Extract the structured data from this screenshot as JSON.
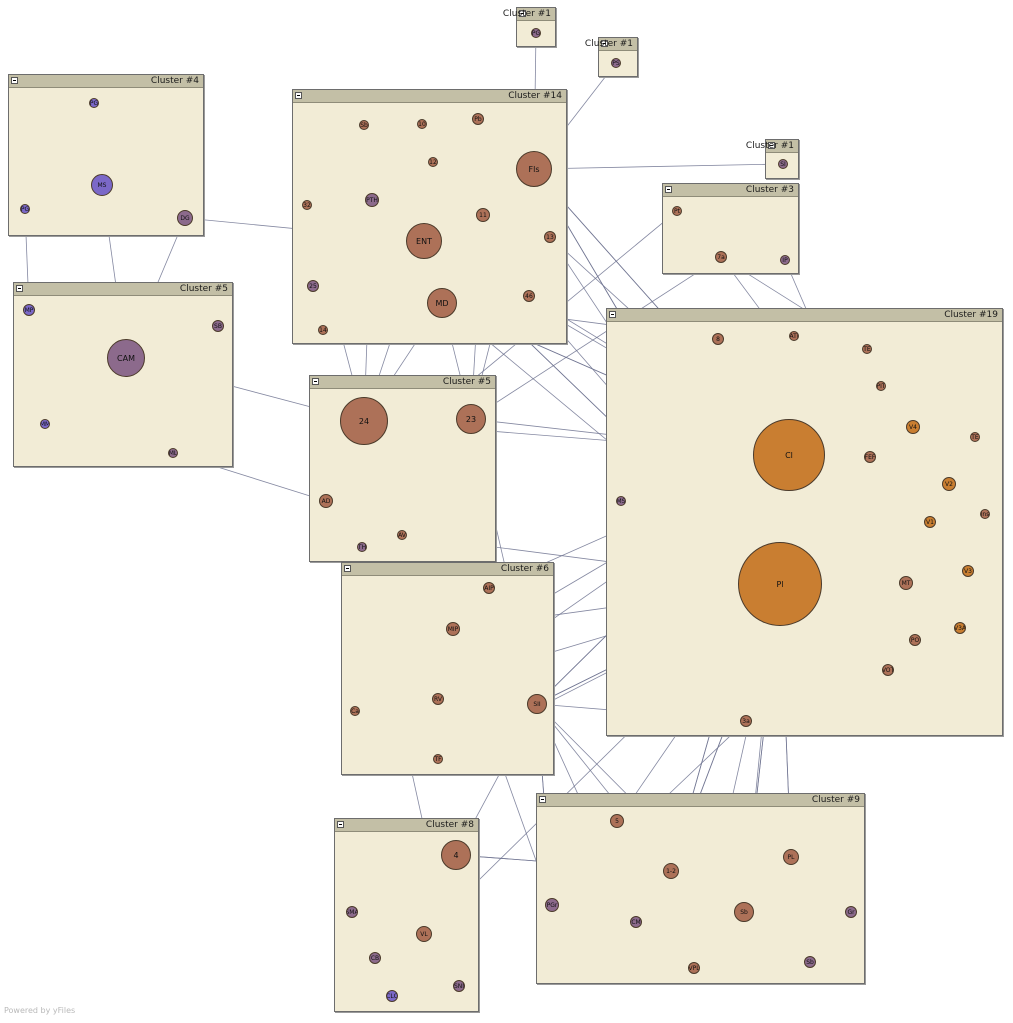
{
  "colors": {
    "cluster_fill": "#f2ecd6",
    "cluster_header": "#c3bfa6",
    "edge": "#6e7391",
    "node_blue": "#7b68c8",
    "node_purple": "#8c6a8c",
    "node_brown": "#ad7158",
    "node_orange": "#c97e31"
  },
  "footer": "Powered by yFiles",
  "clusters": [
    {
      "id": "c1a",
      "title": "Cluster #1"
    },
    {
      "id": "c1b",
      "title": "Cluster #1"
    },
    {
      "id": "c1c",
      "title": "Cluster #1"
    },
    {
      "id": "c4",
      "title": "Cluster #4"
    },
    {
      "id": "c14",
      "title": "Cluster #14"
    },
    {
      "id": "c3",
      "title": "Cluster #3"
    },
    {
      "id": "c5a",
      "title": "Cluster #5"
    },
    {
      "id": "c5b",
      "title": "Cluster #5"
    },
    {
      "id": "c19",
      "title": "Cluster #19"
    },
    {
      "id": "c6",
      "title": "Cluster #6"
    },
    {
      "id": "c8",
      "title": "Cluster #8"
    },
    {
      "id": "c9",
      "title": "Cluster #9"
    }
  ],
  "nodes": [
    {
      "id": "c1a_n",
      "label": "PG",
      "color": "purple"
    },
    {
      "id": "c1b_n",
      "label": "PS",
      "color": "purple"
    },
    {
      "id": "c1c_n",
      "label": "SI",
      "color": "purple"
    },
    {
      "id": "n4_top",
      "label": "PG",
      "color": "blue"
    },
    {
      "id": "MS",
      "label": "MS",
      "color": "blue"
    },
    {
      "id": "n4_left",
      "label": "PG",
      "color": "blue"
    },
    {
      "id": "DG",
      "label": "DG",
      "color": "purple"
    },
    {
      "id": "c14_a",
      "label": "Sb",
      "color": "brown"
    },
    {
      "id": "c14_b",
      "label": "10",
      "color": "brown"
    },
    {
      "id": "c14_c",
      "label": "Pb",
      "color": "brown"
    },
    {
      "id": "Fls",
      "label": "Fls",
      "color": "brown"
    },
    {
      "id": "c14_d",
      "label": "12",
      "color": "brown"
    },
    {
      "id": "c14_e",
      "label": "32",
      "color": "brown"
    },
    {
      "id": "c14_f",
      "label": "PTH",
      "color": "purple"
    },
    {
      "id": "ENT",
      "label": "ENT",
      "color": "brown"
    },
    {
      "id": "c14_g",
      "label": "11",
      "color": "brown"
    },
    {
      "id": "c14_h",
      "label": "13",
      "color": "brown"
    },
    {
      "id": "c14_i",
      "label": "25",
      "color": "purple"
    },
    {
      "id": "MD",
      "label": "MD",
      "color": "brown"
    },
    {
      "id": "c14_j",
      "label": "46",
      "color": "brown"
    },
    {
      "id": "c14_k",
      "label": "14",
      "color": "brown"
    },
    {
      "id": "c3_a",
      "label": "Pt",
      "color": "brown"
    },
    {
      "id": "c3_b",
      "label": "7a",
      "color": "brown"
    },
    {
      "id": "c3_c",
      "label": "IP",
      "color": "purple"
    },
    {
      "id": "c5_a",
      "label": "MP",
      "color": "blue"
    },
    {
      "id": "c5_b",
      "label": "SB",
      "color": "purple"
    },
    {
      "id": "CAM",
      "label": "CAM",
      "color": "purple"
    },
    {
      "id": "c5_c",
      "label": "MM",
      "color": "blue"
    },
    {
      "id": "c5_d",
      "label": "ML",
      "color": "purple"
    },
    {
      "id": "n24",
      "label": "24",
      "color": "brown"
    },
    {
      "id": "n23",
      "label": "23",
      "color": "brown"
    },
    {
      "id": "c5b_a",
      "label": "AD",
      "color": "brown"
    },
    {
      "id": "c5b_b",
      "label": "TH",
      "color": "purple"
    },
    {
      "id": "c5b_c",
      "label": "AV",
      "color": "brown"
    },
    {
      "id": "c19_a",
      "label": "8",
      "color": "brown"
    },
    {
      "id": "c19_b",
      "label": "ATI",
      "color": "brown"
    },
    {
      "id": "c19_c",
      "label": "TE",
      "color": "brown"
    },
    {
      "id": "c19_d",
      "label": "PIT",
      "color": "brown"
    },
    {
      "id": "Cl",
      "label": "Cl",
      "color": "orange"
    },
    {
      "id": "c19_e",
      "label": "V4",
      "color": "orange"
    },
    {
      "id": "c19_f",
      "label": "FEF",
      "color": "brown"
    },
    {
      "id": "c19_g",
      "label": "TE",
      "color": "brown"
    },
    {
      "id": "c19_h",
      "label": "V2",
      "color": "orange"
    },
    {
      "id": "c19_i",
      "label": "Ins",
      "color": "brown"
    },
    {
      "id": "c19_j",
      "label": "MS",
      "color": "purple"
    },
    {
      "id": "c19_k",
      "label": "V1",
      "color": "orange"
    },
    {
      "id": "Pl",
      "label": "Pl",
      "color": "orange"
    },
    {
      "id": "c19_l",
      "label": "MT",
      "color": "brown"
    },
    {
      "id": "c19_m",
      "label": "V3",
      "color": "orange"
    },
    {
      "id": "c19_n",
      "label": "PO",
      "color": "brown"
    },
    {
      "id": "c19_o",
      "label": "V3A",
      "color": "orange"
    },
    {
      "id": "c19_p",
      "label": "VOT",
      "color": "brown"
    },
    {
      "id": "c19_q",
      "label": "3a",
      "color": "brown"
    },
    {
      "id": "c6_a",
      "label": "AIP",
      "color": "brown"
    },
    {
      "id": "c6_b",
      "label": "MIP",
      "color": "brown"
    },
    {
      "id": "c6_c",
      "label": "Ca",
      "color": "brown"
    },
    {
      "id": "c6_d",
      "label": "RV",
      "color": "brown"
    },
    {
      "id": "SII",
      "label": "SII",
      "color": "brown"
    },
    {
      "id": "c6_e",
      "label": "TF",
      "color": "brown"
    },
    {
      "id": "n4",
      "label": "4",
      "color": "brown"
    },
    {
      "id": "c8_a",
      "label": "SMA",
      "color": "purple"
    },
    {
      "id": "c8_b",
      "label": "VL",
      "color": "brown"
    },
    {
      "id": "c8_c",
      "label": "CB",
      "color": "purple"
    },
    {
      "id": "c8_d",
      "label": "CLC",
      "color": "blue"
    },
    {
      "id": "c8_e",
      "label": "SNI",
      "color": "purple"
    },
    {
      "id": "c9_a",
      "label": "5",
      "color": "brown"
    },
    {
      "id": "c9_b",
      "label": "PGr",
      "color": "purple"
    },
    {
      "id": "c9_c",
      "label": "1-2",
      "color": "brown"
    },
    {
      "id": "c9_d",
      "label": "PL",
      "color": "brown"
    },
    {
      "id": "c9_e",
      "label": "Sb",
      "color": "brown"
    },
    {
      "id": "c9_f",
      "label": "Gr",
      "color": "purple"
    },
    {
      "id": "c9_g",
      "label": "CM",
      "color": "purple"
    },
    {
      "id": "c9_h",
      "label": "VPL",
      "color": "brown"
    },
    {
      "id": "c9_i",
      "label": "Sb",
      "color": "purple"
    }
  ],
  "edges": [
    [
      "n4_top",
      "MS"
    ],
    [
      "MS",
      "n4_left"
    ],
    [
      "MS",
      "DG"
    ],
    [
      "MS",
      "CAM"
    ],
    [
      "c5_a",
      "n4_left"
    ],
    [
      "c5_a",
      "CAM"
    ],
    [
      "c5_b",
      "CAM"
    ],
    [
      "CAM",
      "c5_c"
    ],
    [
      "CAM",
      "c5_d"
    ],
    [
      "DG",
      "CAM"
    ],
    [
      "c5_d",
      "c5b_a"
    ],
    [
      "n24",
      "CAM"
    ],
    [
      "c1b_n",
      "Fls"
    ],
    [
      "c1a_n",
      "Fls"
    ],
    [
      "c1c_n",
      "Fls"
    ],
    [
      "c14_c",
      "c14_a"
    ],
    [
      "c14_e",
      "c14_a"
    ],
    [
      "c14_b",
      "ENT"
    ],
    [
      "c14_c",
      "Fls"
    ],
    [
      "c14_d",
      "Fls"
    ],
    [
      "c14_f",
      "ENT"
    ],
    [
      "c14_e",
      "c14_f"
    ],
    [
      "c14_e",
      "c14_i"
    ],
    [
      "c14_f",
      "c14_i"
    ],
    [
      "c14_g",
      "Fls"
    ],
    [
      "c14_h",
      "Fls"
    ],
    [
      "ENT",
      "c14_i"
    ],
    [
      "MD",
      "c14_i"
    ],
    [
      "MD",
      "c14_k"
    ],
    [
      "c14_j",
      "MD"
    ],
    [
      "c14_g",
      "ENT"
    ],
    [
      "c14_h",
      "ENT"
    ],
    [
      "c14_c",
      "c14_g"
    ],
    [
      "c14_c",
      "c14_h"
    ],
    [
      "c14_d",
      "MD"
    ],
    [
      "c14_b",
      "c14_c"
    ],
    [
      "c14_a",
      "c14_c"
    ],
    [
      "Fls",
      "c14_d"
    ],
    [
      "n24",
      "c14_f"
    ],
    [
      "n24",
      "ENT"
    ],
    [
      "n24",
      "MD"
    ],
    [
      "n23",
      "MD"
    ],
    [
      "n23",
      "c14_g"
    ],
    [
      "n23",
      "Fls"
    ],
    [
      "n24",
      "c14_e"
    ],
    [
      "n23",
      "n24"
    ],
    [
      "n24",
      "n23"
    ],
    [
      "n24",
      "c5b_a"
    ],
    [
      "n24",
      "c5b_b"
    ],
    [
      "n23",
      "c5b_a"
    ],
    [
      "n23",
      "c5b_c"
    ],
    [
      "n24",
      "Cl"
    ],
    [
      "n23",
      "Cl"
    ],
    [
      "c5b_c",
      "Pl"
    ],
    [
      "ENT",
      "DG"
    ],
    [
      "c14_k",
      "c14_i"
    ],
    [
      "c3_a",
      "c3_b"
    ],
    [
      "c3_c",
      "c3_b"
    ],
    [
      "c3_b",
      "c3_c"
    ],
    [
      "c3_b",
      "n23"
    ],
    [
      "c3_a",
      "c5b_a"
    ],
    [
      "Cl",
      "Fls"
    ],
    [
      "Pl",
      "Fls"
    ],
    [
      "Cl",
      "ENT"
    ],
    [
      "Pl",
      "ENT"
    ],
    [
      "Cl",
      "MD"
    ],
    [
      "Pl",
      "MD"
    ],
    [
      "Cl",
      "c14_h"
    ],
    [
      "c14_j",
      "Cl"
    ],
    [
      "c19_a",
      "Cl"
    ],
    [
      "c19_b",
      "Cl"
    ],
    [
      "c19_c",
      "Cl"
    ],
    [
      "c19_d",
      "Cl"
    ],
    [
      "c19_e",
      "Cl"
    ],
    [
      "c19_f",
      "Cl"
    ],
    [
      "c19_h",
      "Cl"
    ],
    [
      "c19_l",
      "Cl"
    ],
    [
      "c19_k",
      "Cl"
    ],
    [
      "c19_a",
      "Pl"
    ],
    [
      "c19_e",
      "Pl"
    ],
    [
      "c19_h",
      "Pl"
    ],
    [
      "c19_k",
      "Pl"
    ],
    [
      "c19_l",
      "Pl"
    ],
    [
      "c19_m",
      "Pl"
    ],
    [
      "c19_n",
      "Pl"
    ],
    [
      "c19_o",
      "Pl"
    ],
    [
      "c19_p",
      "Pl"
    ],
    [
      "c19_b",
      "c19_c"
    ],
    [
      "c19_c",
      "c19_d"
    ],
    [
      "c19_d",
      "c19_e"
    ],
    [
      "c19_e",
      "c19_g"
    ],
    [
      "c19_e",
      "c19_h"
    ],
    [
      "c19_h",
      "c19_k"
    ],
    [
      "c19_k",
      "c19_l"
    ],
    [
      "c19_l",
      "c19_m"
    ],
    [
      "c19_l",
      "c19_p"
    ],
    [
      "c19_l",
      "c19_o"
    ],
    [
      "c19_i",
      "c19_h"
    ],
    [
      "c19_h",
      "c19_i"
    ],
    [
      "c19_k",
      "c19_m"
    ],
    [
      "c19_e",
      "c19_l"
    ],
    [
      "c19_l",
      "c19_n"
    ],
    [
      "c19_f",
      "c19_l"
    ],
    [
      "c19_g",
      "c19_h"
    ],
    [
      "c19_c",
      "c3_b"
    ],
    [
      "c3_b",
      "c19_f"
    ],
    [
      "c3_c",
      "c19_f"
    ],
    [
      "c19_j",
      "Cl"
    ],
    [
      "c19_q",
      "Pl"
    ],
    [
      "c19_q",
      "SII"
    ],
    [
      "Pl",
      "SII"
    ],
    [
      "Cl",
      "SII"
    ],
    [
      "Cl",
      "c6_d"
    ],
    [
      "Pl",
      "c6_c"
    ],
    [
      "Cl",
      "c6_a"
    ],
    [
      "Pl",
      "c6_b"
    ],
    [
      "c6_b",
      "c6_a"
    ],
    [
      "c6_a",
      "c6_b"
    ],
    [
      "SII",
      "c6_b"
    ],
    [
      "SII",
      "c6_a"
    ],
    [
      "SII",
      "c6_d"
    ],
    [
      "c6_d",
      "SII"
    ],
    [
      "SII",
      "c6_e"
    ],
    [
      "c6_a",
      "c6_d"
    ],
    [
      "c6_b",
      "c6_d"
    ],
    [
      "n23",
      "c6_a"
    ],
    [
      "SII",
      "Cl"
    ],
    [
      "SII",
      "Pl"
    ],
    [
      "SII",
      "n23"
    ],
    [
      "c6_c",
      "Cl"
    ],
    [
      "c6_e",
      "Pl"
    ],
    [
      "n4",
      "SII"
    ],
    [
      "n4",
      "c9_c"
    ],
    [
      "c9_c",
      "n4"
    ],
    [
      "n4",
      "c8_b"
    ],
    [
      "c8_a",
      "n4"
    ],
    [
      "c8_a",
      "c8_b"
    ],
    [
      "c8_c",
      "n4"
    ],
    [
      "c8_c",
      "c8_b"
    ],
    [
      "c8_d",
      "c8_a"
    ],
    [
      "c8_d",
      "c8_e"
    ],
    [
      "c8_e",
      "c8_b"
    ],
    [
      "c8_e",
      "n4"
    ],
    [
      "c8_d",
      "n4"
    ],
    [
      "c8_b",
      "Pl"
    ],
    [
      "c9_a",
      "c9_b"
    ],
    [
      "c9_a",
      "c9_c"
    ],
    [
      "c9_c",
      "c9_d"
    ],
    [
      "c9_d",
      "c9_c"
    ],
    [
      "c9_c",
      "c9_e"
    ],
    [
      "c9_e",
      "c9_d"
    ],
    [
      "c9_d",
      "c9_e"
    ],
    [
      "c9_e",
      "c9_f"
    ],
    [
      "c9_d",
      "c9_i"
    ],
    [
      "c9_e",
      "c9_g"
    ],
    [
      "c9_e",
      "c9_h"
    ],
    [
      "c9_b",
      "c9_c"
    ],
    [
      "c9_c",
      "c9_g"
    ],
    [
      "c9_a",
      "c9_g"
    ],
    [
      "Pl",
      "c9_a"
    ],
    [
      "Pl",
      "c9_c"
    ],
    [
      "Pl",
      "c9_e"
    ],
    [
      "Pl",
      "c9_d"
    ],
    [
      "Pl",
      "c9_h"
    ],
    [
      "Cl",
      "c9_c"
    ],
    [
      "Cl",
      "c9_e"
    ],
    [
      "c9_c",
      "Pl"
    ],
    [
      "c9_e",
      "Pl"
    ],
    [
      "c9_d",
      "Pl"
    ],
    [
      "c9_c",
      "Cl"
    ],
    [
      "SII",
      "c9_c"
    ],
    [
      "SII",
      "c9_e"
    ],
    [
      "SII",
      "c9_b"
    ],
    [
      "c9_g",
      "SII"
    ],
    [
      "c9_b",
      "SII"
    ],
    [
      "c5b_b",
      "c8_e"
    ],
    [
      "c19_q",
      "c9_b"
    ],
    [
      "Cl",
      "c19_q"
    ],
    [
      "c6_b",
      "c9_b"
    ],
    [
      "MD",
      "Cl"
    ],
    [
      "ENT",
      "Pl"
    ],
    [
      "Fls",
      "Pl"
    ],
    [
      "Fls",
      "Cl"
    ],
    [
      "c14_h",
      "Pl"
    ],
    [
      "c14_j",
      "Pl"
    ],
    [
      "MD",
      "c19_a"
    ],
    [
      "c19_i",
      "c19_k"
    ]
  ]
}
